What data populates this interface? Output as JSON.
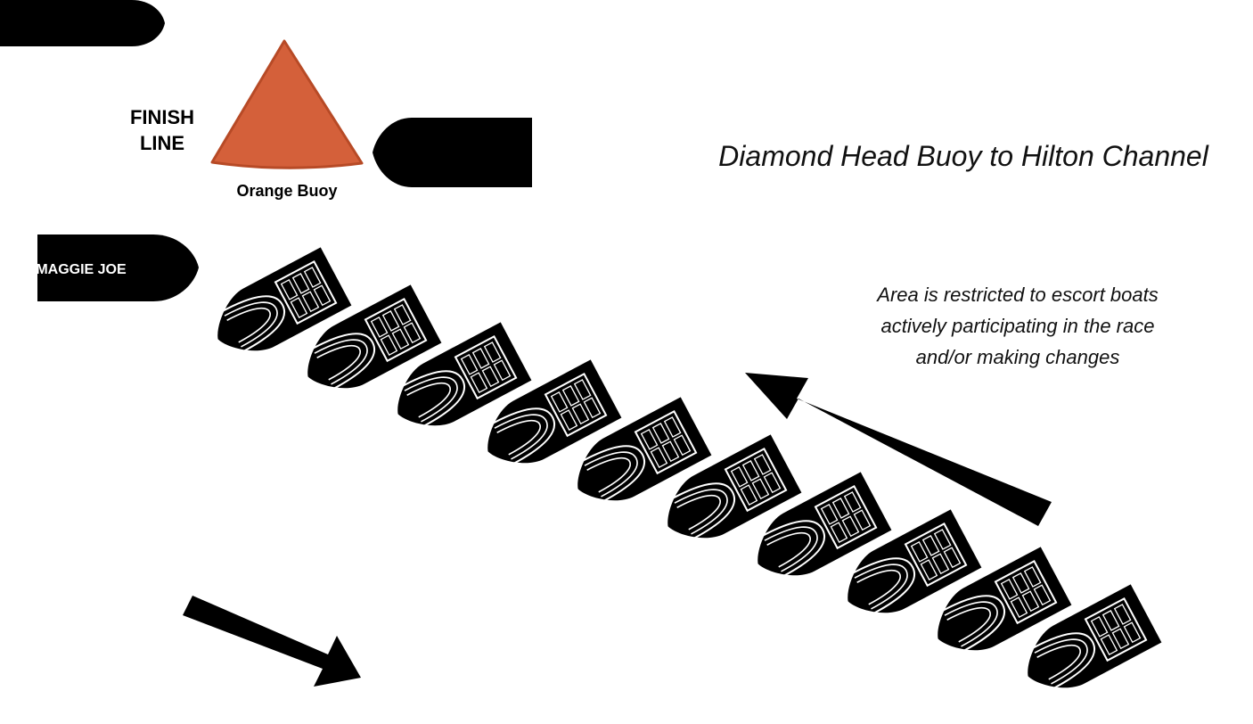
{
  "finish_label": {
    "line1": "FINISH",
    "line2": "LINE"
  },
  "buoy_label": "Orange Buoy",
  "boat_name": "MAGGIE JOE",
  "route_title": "Diamond Head Buoy to Hilton Channel",
  "restriction_note": {
    "line1": "Area is restricted to escort boats",
    "line2": "actively participating in the race",
    "line3": "and/or making changes"
  },
  "colors": {
    "buoy": "#d4603a",
    "boats": "#000000",
    "background": "#ffffff"
  },
  "escort_boat_count": 10
}
